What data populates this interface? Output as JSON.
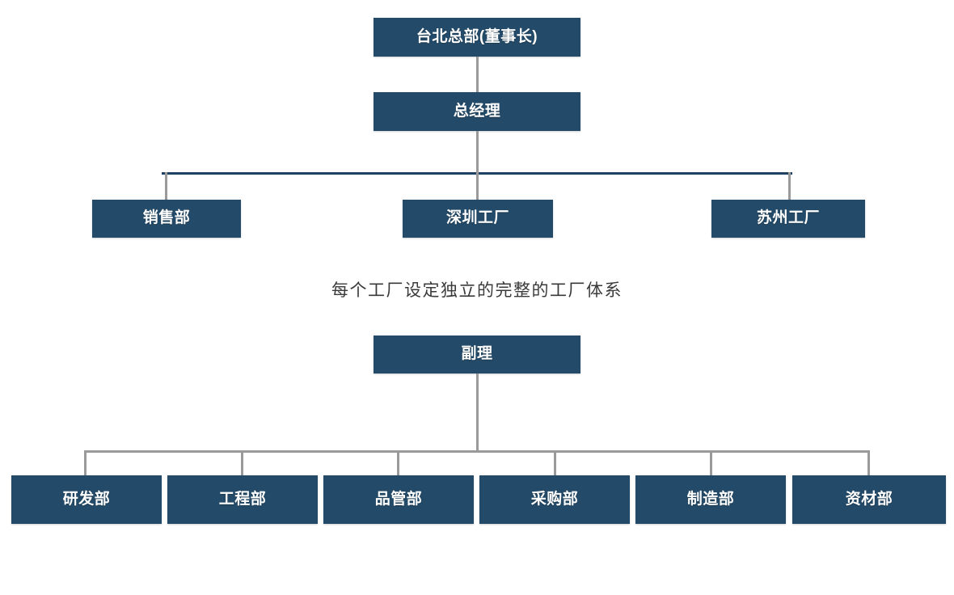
{
  "chart_data": {
    "type": "diagram",
    "title": "",
    "caption": "每个工厂设定独立的完整的工厂体系",
    "nodes": [
      {
        "id": "hq",
        "label": "台北总部(董事长)",
        "level": 1
      },
      {
        "id": "gm",
        "label": "总经理",
        "level": 2
      },
      {
        "id": "sales",
        "label": "销售部",
        "level": 3
      },
      {
        "id": "shenzhen",
        "label": "深圳工厂",
        "level": 3
      },
      {
        "id": "suzhou",
        "label": "苏州工厂",
        "level": 3
      },
      {
        "id": "deputy",
        "label": "副理",
        "level": 4
      },
      {
        "id": "rd",
        "label": "研发部",
        "level": 5
      },
      {
        "id": "eng",
        "label": "工程部",
        "level": 5
      },
      {
        "id": "qc",
        "label": "品管部",
        "level": 5
      },
      {
        "id": "purchase",
        "label": "采购部",
        "level": 5
      },
      {
        "id": "mfg",
        "label": "制造部",
        "level": 5
      },
      {
        "id": "materials",
        "label": "资材部",
        "level": 5
      }
    ],
    "edges": [
      {
        "from": "hq",
        "to": "gm"
      },
      {
        "from": "gm",
        "to": "sales"
      },
      {
        "from": "gm",
        "to": "shenzhen"
      },
      {
        "from": "gm",
        "to": "suzhou"
      },
      {
        "from": "deputy",
        "to": "rd"
      },
      {
        "from": "deputy",
        "to": "eng"
      },
      {
        "from": "deputy",
        "to": "qc"
      },
      {
        "from": "deputy",
        "to": "purchase"
      },
      {
        "from": "deputy",
        "to": "mfg"
      },
      {
        "from": "deputy",
        "to": "materials"
      }
    ],
    "colors": {
      "node_fill": "#234A68",
      "node_text": "#FFFFFF",
      "connector_gray": "#9A9A9A",
      "connector_navy": "#1F4262",
      "caption_text": "#3A3A3A",
      "background": "#FFFFFF"
    }
  },
  "org": {
    "row1": {
      "headquarters": "台北总部(董事长)"
    },
    "row2": {
      "general_manager": "总经理"
    },
    "row3": {
      "sales": "销售部",
      "shenzhen_factory": "深圳工厂",
      "suzhou_factory": "苏州工厂"
    },
    "caption": "每个工厂设定独立的完整的工厂体系",
    "row4": {
      "deputy_manager": "副理"
    },
    "row5": {
      "rd": "研发部",
      "engineering": "工程部",
      "quality": "品管部",
      "purchasing": "采购部",
      "manufacturing": "制造部",
      "materials": "资材部"
    }
  }
}
